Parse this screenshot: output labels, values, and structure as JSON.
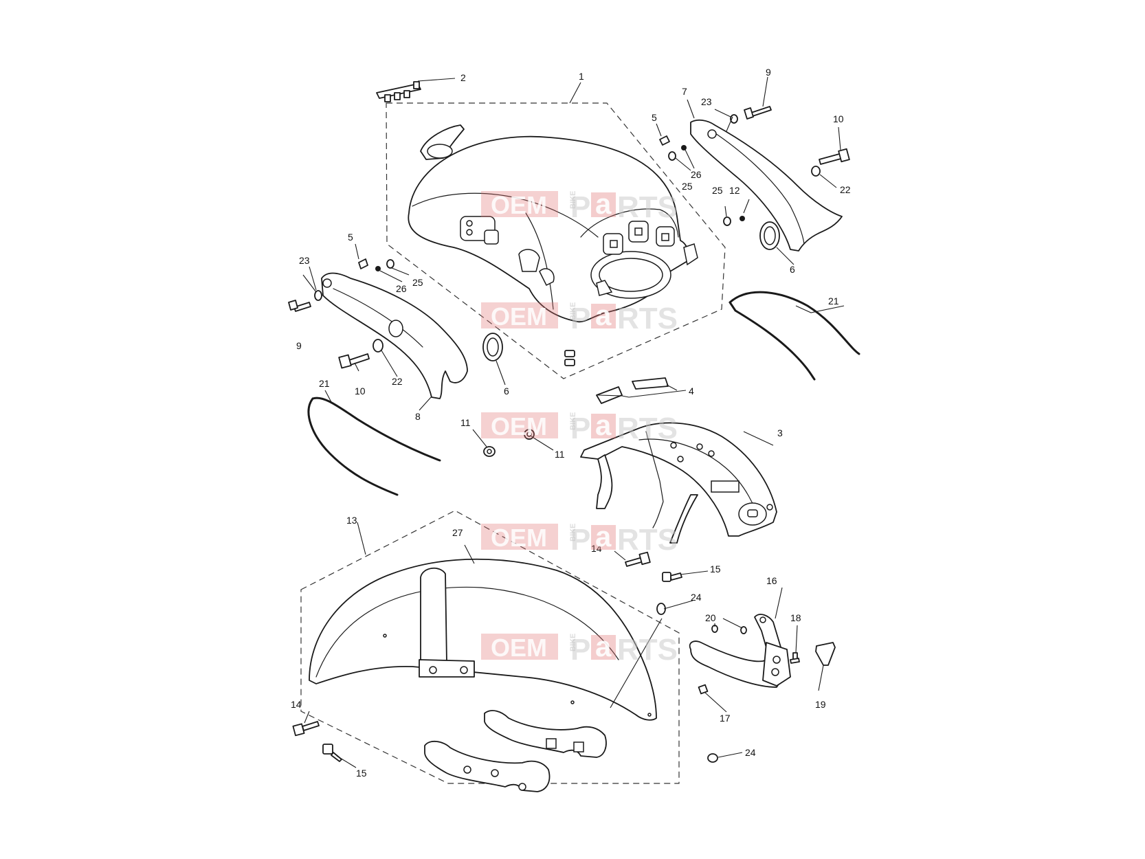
{
  "diagram": {
    "callouts": [
      "1",
      "2",
      "3",
      "4",
      "5",
      "6",
      "7",
      "8",
      "9",
      "10",
      "11",
      "12",
      "13",
      "14",
      "15",
      "16",
      "17",
      "18",
      "19",
      "20",
      "21",
      "22",
      "23",
      "24",
      "25",
      "26",
      "27"
    ]
  },
  "watermark": {
    "oem": "OEM",
    "bike": "BIKE",
    "p": "P",
    "a": "a",
    "rts": "RTS"
  },
  "colors": {
    "line": "#1a1a1a",
    "watermark_red": "#e07070",
    "watermark_grey": "#c8c8c8"
  }
}
